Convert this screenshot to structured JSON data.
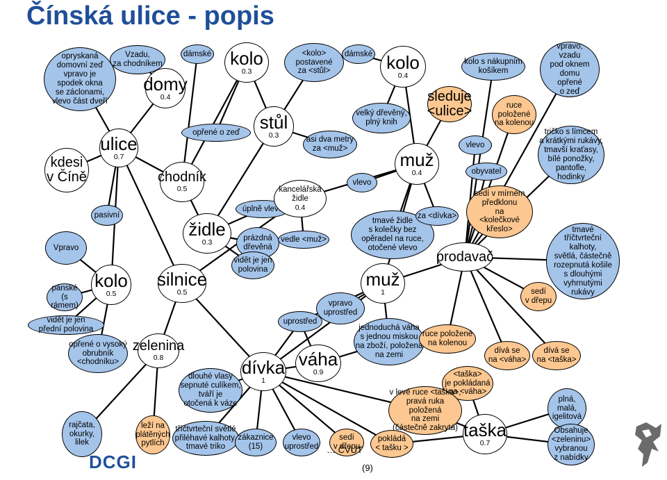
{
  "slide": {
    "title": "Čínská ulice - popis",
    "footer": "… ČVUT",
    "logo_text": "DCGI",
    "page_number": "(9)"
  },
  "colors": {
    "title": "#1f4f9a",
    "node_blue": "#a4c4ea",
    "node_orange": "#fcc790",
    "edge": "#000000"
  },
  "nodes": [
    {
      "id": "oprys",
      "label": "opryskaná\ndomovní zeď\nvpravo je\nspodek okna\nse záclonami,\nvlevo část dveří",
      "weight": "",
      "style": "blue",
      "size": "small"
    },
    {
      "id": "kdesi",
      "label": "kdesi\nv Číně",
      "weight": "",
      "style": "white",
      "size": "mid"
    },
    {
      "id": "vpravo_l",
      "label": "Vpravo",
      "weight": "",
      "style": "blue",
      "size": "small"
    },
    {
      "id": "panske",
      "label": "pánské\n(s rámem)",
      "weight": "",
      "style": "blue",
      "size": "small"
    },
    {
      "id": "videt1",
      "label": "vidět je jen\npřední polovina",
      "weight": "",
      "style": "blue",
      "size": "small"
    },
    {
      "id": "rajcata",
      "label": "rajčata,\nokurky,\nlilek",
      "weight": "",
      "style": "blue",
      "size": "small"
    },
    {
      "id": "vzadu",
      "label": "Vzadu,\nza chodníkem",
      "weight": "",
      "style": "blue",
      "size": "small"
    },
    {
      "id": "ulice",
      "label": "ulice",
      "weight": "0.7",
      "style": "white",
      "size": "big"
    },
    {
      "id": "pasivni",
      "label": "pasivní",
      "weight": "",
      "style": "blue",
      "size": "small"
    },
    {
      "id": "kolo_l",
      "label": "kolo",
      "weight": "0.5",
      "style": "white",
      "size": "big"
    },
    {
      "id": "oprene_vys",
      "label": "opřené o vysoký\nobrubník\n<chodníku>",
      "weight": "",
      "style": "blue",
      "size": "small"
    },
    {
      "id": "domy",
      "label": "domy",
      "weight": "0.4",
      "style": "white",
      "size": "big"
    },
    {
      "id": "chodnik",
      "label": "chodník",
      "weight": "0.5",
      "style": "white",
      "size": "mid"
    },
    {
      "id": "silnice",
      "label": "silnice",
      "weight": "0.5",
      "style": "white",
      "size": "big"
    },
    {
      "id": "zelenina",
      "label": "zelenina",
      "weight": "0.8",
      "style": "white",
      "size": "mid"
    },
    {
      "id": "lezi",
      "label": "leží na\nplátěných\npytlích",
      "weight": "",
      "style": "orange",
      "size": "small"
    },
    {
      "id": "damske1",
      "label": "dámské",
      "weight": "",
      "style": "blue",
      "size": "small"
    },
    {
      "id": "kolo_t",
      "label": "kolo",
      "weight": "0.3",
      "style": "white",
      "size": "big"
    },
    {
      "id": "oprene_zed",
      "label": "opřené o zeď",
      "weight": "",
      "style": "blue",
      "size": "small"
    },
    {
      "id": "stul",
      "label": "stůl",
      "weight": "0.3",
      "style": "white",
      "size": "big"
    },
    {
      "id": "postavene",
      "label": "<kolo>\npostavené\nza <stůl>",
      "weight": "",
      "style": "blue",
      "size": "small"
    },
    {
      "id": "zidle",
      "label": "židle",
      "weight": "0.3",
      "style": "white",
      "size": "big"
    },
    {
      "id": "uplne",
      "label": "úplně vlevo",
      "weight": "",
      "style": "blue",
      "size": "small"
    },
    {
      "id": "prazdna",
      "label": "prázdná\ndřevěná",
      "weight": "",
      "style": "blue",
      "size": "small"
    },
    {
      "id": "videt2",
      "label": "vidět je jen\npolovina",
      "weight": "",
      "style": "blue",
      "size": "small"
    },
    {
      "id": "asi",
      "label": "asi dva metry\nza <muž>",
      "weight": "",
      "style": "blue",
      "size": "small"
    },
    {
      "id": "kancel",
      "label": "kancelářská\nžidle",
      "weight": "0.4",
      "style": "white",
      "size": "small"
    },
    {
      "id": "vedle",
      "label": "vedle <muž>",
      "weight": "",
      "style": "blue",
      "size": "small"
    },
    {
      "id": "damske2",
      "label": "dámské",
      "weight": "",
      "style": "blue",
      "size": "small"
    },
    {
      "id": "kolo_m",
      "label": "kolo",
      "weight": "0.4",
      "style": "white",
      "size": "big"
    },
    {
      "id": "velky",
      "label": "velký dřevěný,\nplný knih",
      "weight": "",
      "style": "blue",
      "size": "small"
    },
    {
      "id": "vlevo_m",
      "label": "vlevo",
      "weight": "",
      "style": "blue",
      "size": "small"
    },
    {
      "id": "muz1",
      "label": "muž",
      "weight": "0.4",
      "style": "white",
      "size": "big"
    },
    {
      "id": "sleduje",
      "label": "sleduje\n<ulice>",
      "weight": "",
      "style": "orange",
      "size": "mid"
    },
    {
      "id": "tmave_zidle",
      "label": "tmavé židle\ns kolečky bez\nopěradel na ruce,\notočené vlevo",
      "weight": "",
      "style": "blue",
      "size": "small"
    },
    {
      "id": "za_divka",
      "label": "za <dívka>",
      "weight": "",
      "style": "blue",
      "size": "small"
    },
    {
      "id": "muz2",
      "label": "muž",
      "weight": "1",
      "style": "white",
      "size": "big"
    },
    {
      "id": "vpravo_upr",
      "label": "vpravo\nuprostřed",
      "weight": "",
      "style": "blue",
      "size": "small"
    },
    {
      "id": "kolo_nak",
      "label": "kolo s nákupním\nkošíkem",
      "weight": "",
      "style": "blue",
      "size": "small"
    },
    {
      "id": "ruce_pol1",
      "label": "ruce\npoložené\nna kolenou",
      "weight": "",
      "style": "orange",
      "size": "small"
    },
    {
      "id": "vlevo_r",
      "label": "vlevo",
      "weight": "",
      "style": "blue",
      "size": "small"
    },
    {
      "id": "obyvatel",
      "label": "obyvatel",
      "weight": "",
      "style": "blue",
      "size": "small"
    },
    {
      "id": "sedi_mir",
      "label": "sedí v mírném\npředklonu\nna\n<kolečkové křeslo>",
      "weight": "",
      "style": "orange",
      "size": "small"
    },
    {
      "id": "prodavac",
      "label": "prodavač",
      "weight": "",
      "style": "white",
      "size": "mid"
    },
    {
      "id": "vpravo_vz",
      "label": "vpravo,\nvzadu\npod oknem domu\nopřené\no zeď",
      "weight": "",
      "style": "blue",
      "size": "small"
    },
    {
      "id": "tricko",
      "label": "tričko s límcem\na krátkými rukávy,\ntmavší kraťasy,\nbílé ponožky,\npantofle,\nhodinky",
      "weight": "",
      "style": "blue",
      "size": "small"
    },
    {
      "id": "tmave_tri",
      "label": "tmavé\ntříčtvrteční\nkalhoty,\nsvětlá, částečně\nrozepnutá košile\ns dlouhými\nvyhrnutými\nrukávy",
      "weight": "",
      "style": "blue",
      "size": "small"
    },
    {
      "id": "sedi_dr1",
      "label": "sedí\nv dřepu",
      "weight": "",
      "style": "orange",
      "size": "small"
    },
    {
      "id": "uprostred",
      "label": "uprostřed",
      "weight": "",
      "style": "blue",
      "size": "small"
    },
    {
      "id": "jednoducha",
      "label": "jednoduchá váha\ns jednou miskou\nna zboží, položená\nna zemi",
      "weight": "",
      "style": "blue",
      "size": "small"
    },
    {
      "id": "ruce_pol2",
      "label": "ruce položené\nna kolenou",
      "weight": "",
      "style": "orange",
      "size": "small"
    },
    {
      "id": "diva_vaha",
      "label": "dívá se\nna <váha>",
      "weight": "",
      "style": "orange",
      "size": "small"
    },
    {
      "id": "diva_taska",
      "label": "dívá se\nna <taška>",
      "weight": "",
      "style": "orange",
      "size": "small"
    },
    {
      "id": "dlouhe",
      "label": "dlouhé vlasy\nsepnuté culíkem,\ntváří je\notočená k váze",
      "weight": "",
      "style": "blue",
      "size": "small"
    },
    {
      "id": "divka",
      "label": "dívka",
      "weight": "1",
      "style": "white",
      "size": "big"
    },
    {
      "id": "vaha",
      "label": "váha",
      "weight": "0.9",
      "style": "white",
      "size": "big"
    },
    {
      "id": "taska_pol",
      "label": "<taška>\nje pokládaná\nna <váha>",
      "weight": "",
      "style": "orange",
      "size": "small"
    },
    {
      "id": "v_leve",
      "label": "v levé ruce <taška>,\npravá ruka položená\nna zemi\n(částečně zakrytá)",
      "weight": "",
      "style": "orange",
      "size": "small"
    },
    {
      "id": "plna",
      "label": "plná,\nmalá,\nigelitová",
      "weight": "",
      "style": "blue",
      "size": "small"
    },
    {
      "id": "tricet",
      "label": "tříčtvrteční světlé\npřiléhavé kalhoty,\ntmavé triko",
      "weight": "",
      "style": "blue",
      "size": "small"
    },
    {
      "id": "zakaznice",
      "label": "zákaznice\n(15)",
      "weight": "",
      "style": "blue",
      "size": "small"
    },
    {
      "id": "vlevo_upr",
      "label": "vlevo\nuprostřed",
      "weight": "",
      "style": "blue",
      "size": "small"
    },
    {
      "id": "sedi_dr2",
      "label": "sedí\nv dřepu",
      "weight": "",
      "style": "orange",
      "size": "small"
    },
    {
      "id": "poklada",
      "label": "pokládá\n< tašku >",
      "weight": "",
      "style": "orange",
      "size": "small"
    },
    {
      "id": "taska",
      "label": "taška",
      "weight": "0.7",
      "style": "white",
      "size": "big"
    },
    {
      "id": "obsahuje",
      "label": "Obsahuje\n<zeleninu>\nvybranou\nz nabídky",
      "weight": "",
      "style": "blue",
      "size": "small"
    }
  ]
}
